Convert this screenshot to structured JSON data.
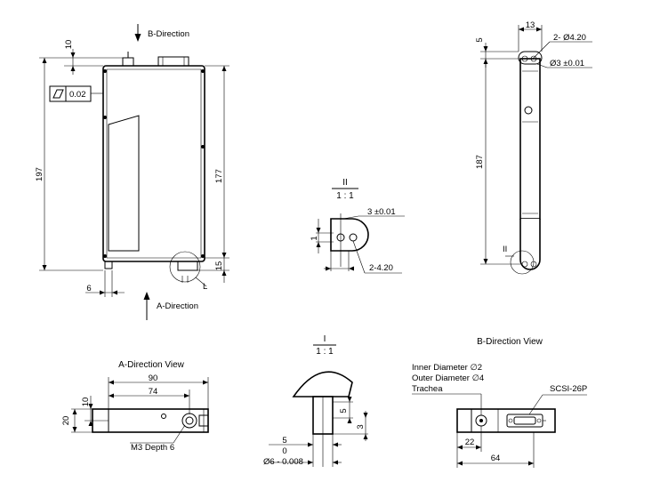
{
  "main_view": {
    "b_direction": "B-Direction",
    "a_direction": "A-Direction",
    "flatness": "0.02",
    "dim_10": "10",
    "dim_197": "197",
    "dim_177": "177",
    "dim_15": "15",
    "dim_6": "6",
    "callout_l": "L"
  },
  "side_view": {
    "dim_13": "13",
    "dim_5": "5",
    "dim_2_phi420": "2- Ø4.20",
    "dim_phi3": "Ø3 ±0.01",
    "dim_187": "187",
    "callout_ii": "II"
  },
  "detail_ii": {
    "title": "II",
    "scale": "1 : 1",
    "dim_3": "3 ±0.01",
    "dim_1": "1",
    "dim_2_420": "2-4.20"
  },
  "detail_i": {
    "title": "I",
    "scale": "1 : 1",
    "dim_5a": "5",
    "dim_3": "3",
    "dim_5b": "5",
    "dim_0": "0",
    "dim_phi6": "Ø6  - 0.008"
  },
  "a_view": {
    "title": "A-Direction View",
    "dim_90": "90",
    "dim_74": "74",
    "dim_10": "10",
    "dim_20": "20",
    "m3_depth": "M3 Depth 6"
  },
  "b_view": {
    "title": "B-Direction View",
    "inner_diameter": "Inner Diameter ∅2",
    "outer_diameter": "Outer Diameter ∅4",
    "trachea": "Trachea",
    "connector": "SCSI-26P",
    "dim_22": "22",
    "dim_64": "64"
  }
}
